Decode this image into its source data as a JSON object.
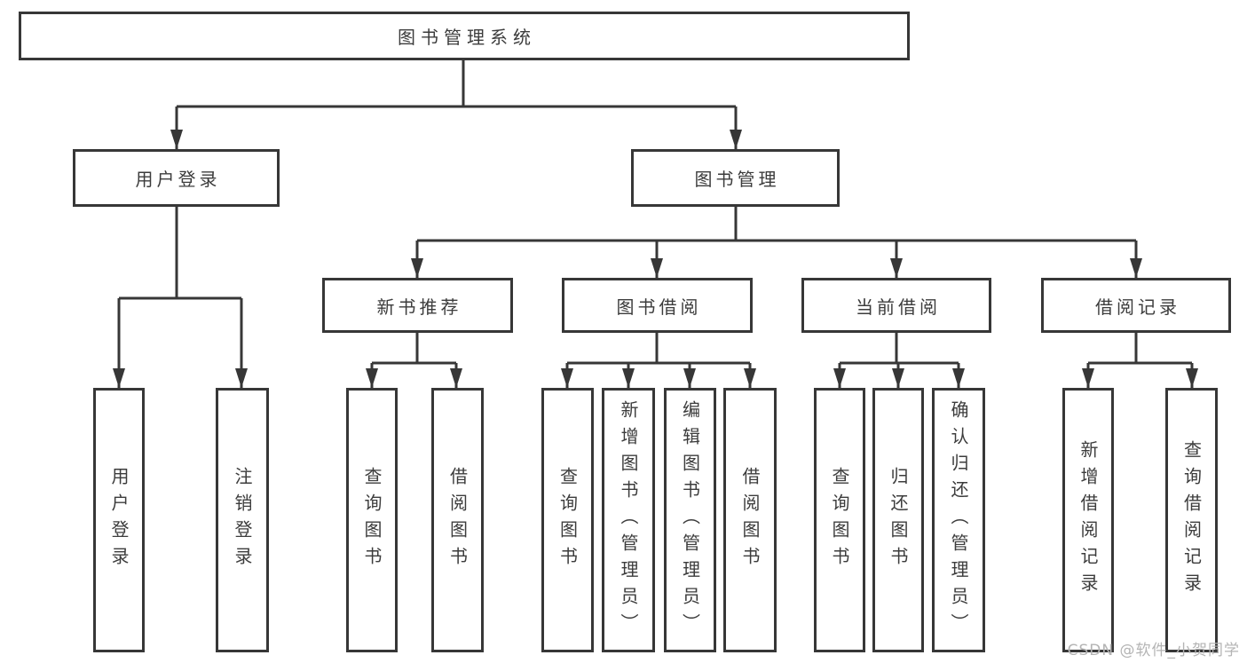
{
  "nodes": {
    "root": {
      "label": "图书管理系统"
    },
    "level2": [
      {
        "label": "用户登录"
      },
      {
        "label": "图书管理"
      }
    ],
    "level3": [
      {
        "label": "新书推荐"
      },
      {
        "label": "图书借阅"
      },
      {
        "label": "当前借阅"
      },
      {
        "label": "借阅记录"
      }
    ],
    "leaves": [
      {
        "label": "用户登录"
      },
      {
        "label": "注销登录"
      },
      {
        "label": "查询图书"
      },
      {
        "label": "借阅图书"
      },
      {
        "label": "查询图书"
      },
      {
        "label": "新增图书（管理员）"
      },
      {
        "label": "编辑图书（管理员）"
      },
      {
        "label": "借阅图书"
      },
      {
        "label": "查询图书"
      },
      {
        "label": "归还图书"
      },
      {
        "label": "确认归还（管理员）"
      },
      {
        "label": "新增借阅记录"
      },
      {
        "label": "查询借阅记录"
      }
    ]
  },
  "watermark": "CSDN @软件_小贺同学",
  "colors": {
    "line": "#373737",
    "text": "#3c3c3c",
    "watermark": "#b4b4b4",
    "background": "#ffffff"
  }
}
